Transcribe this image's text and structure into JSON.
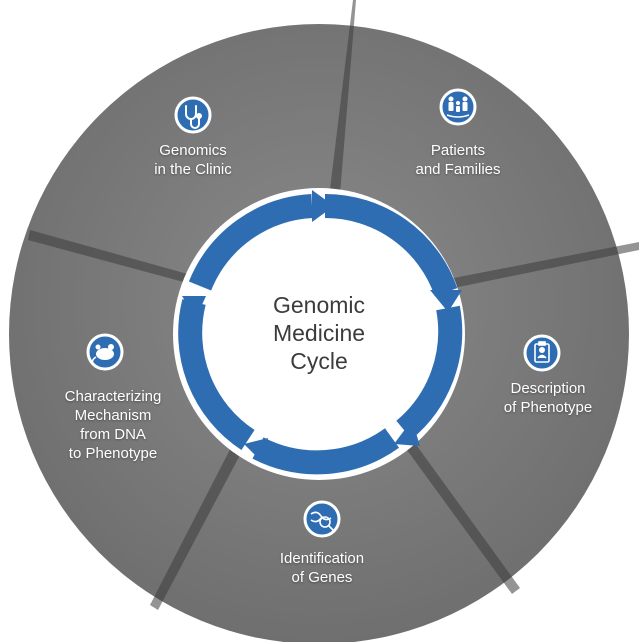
{
  "center": {
    "line1": "Genomic",
    "line2": "Medicine",
    "line3": "Cycle"
  },
  "segments": [
    {
      "line1": "Genomics",
      "line2": "in the Clinic",
      "icon": "stethoscope-icon"
    },
    {
      "line1": "Patients",
      "line2": "and Families",
      "icon": "family-icon"
    },
    {
      "line1": "Description",
      "line2": "of Phenotype",
      "icon": "clipboard-person-icon"
    },
    {
      "line1": "Identification",
      "line2": "of Genes",
      "icon": "dna-magnifier-icon"
    },
    {
      "line1": "Characterizing",
      "line2": "Mechanism",
      "line3": "from DNA",
      "line4": "to Phenotype",
      "icon": "mouse-icon"
    }
  ],
  "colors": {
    "disc": "#7f7f7f",
    "ring": "#2f6db3",
    "icon_fill": "#2f6db3",
    "text": "#ffffff",
    "center_text": "#3c3c3c"
  }
}
